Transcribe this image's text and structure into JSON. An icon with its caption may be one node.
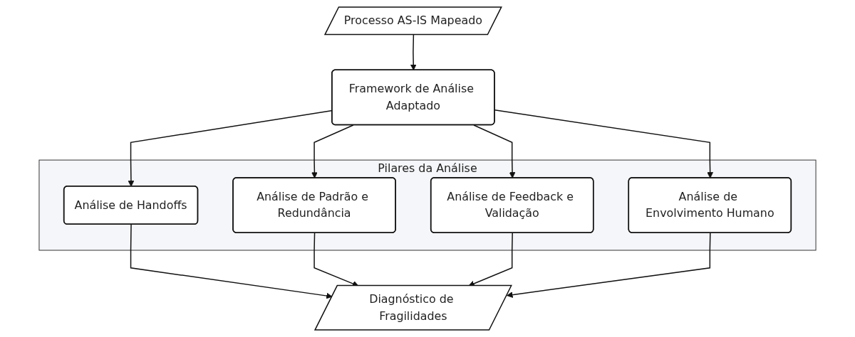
{
  "diagram": {
    "nodes": [
      {
        "text": [
          "Processo AS-IS Mapeado"
        ]
      },
      {
        "text": [
          "Framework de Análise Adaptado"
        ]
      },
      {
        "text": [
          "Pilares da Análise"
        ]
      },
      {
        "text": [
          "Análise de Handoffs"
        ],
        "in": 2
      },
      {
        "text": [
          "Análise de Padrão e Redundância"
        ],
        "in": 2
      },
      {
        "text": [
          "Análise de Feedback e Validação"
        ],
        "in": 2
      },
      {
        "text": [
          "Análise de Envolvimento Humano"
        ],
        "in": 2
      },
      {
        "text": [
          "Diagnóstico de Fragilidades"
        ]
      }
    ],
    "edges": [
      {
        "from": 0,
        "to": 1,
        "arrow": "to"
      },
      {
        "from": 1,
        "to": 3,
        "arrow": "to"
      },
      {
        "from": 1,
        "to": 4,
        "arrow": "to"
      },
      {
        "from": 1,
        "to": 5,
        "arrow": "to"
      },
      {
        "from": 1,
        "to": 6,
        "arrow": "to"
      },
      {
        "from": 3,
        "to": 7,
        "arrow": "to"
      },
      {
        "from": 4,
        "to": 7,
        "arrow": "to"
      },
      {
        "from": 5,
        "to": 7,
        "arrow": "to"
      },
      {
        "from": 6,
        "to": 7,
        "arrow": "to"
      }
    ]
  }
}
